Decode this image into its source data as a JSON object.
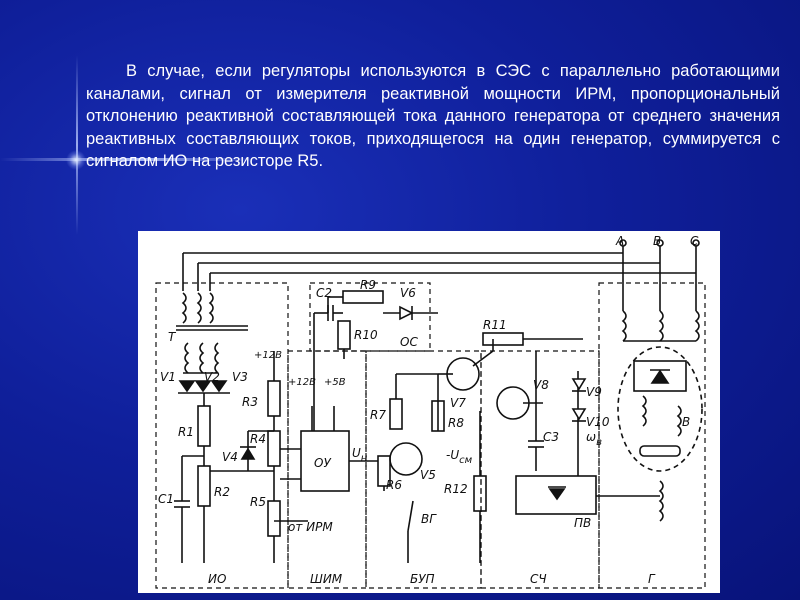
{
  "paragraph": "В случае, если регуляторы используются в СЭС с параллельно работающими каналами, сигнал от измерителя реактивной мощности ИРМ, пропорциональный отклонению реактивной составляющей тока данного генератора от среднего значения реактивных составляющих токов, приходящегося на один генератор, суммируется с сигналом ИО на резисторе R5.",
  "diagram": {
    "phases": [
      "A",
      "B",
      "C"
    ],
    "components": {
      "T": "T",
      "V1": "V1",
      "V2": "V2",
      "V3": "V3",
      "R1": "R1",
      "R2": "R2",
      "R3": "R3",
      "R4": "R4",
      "R5": "R5",
      "V4": "V4",
      "C1": "C1",
      "C2": "C2",
      "R9": "R9",
      "V6": "V6",
      "R10": "R10",
      "R11": "R11",
      "R7": "R7",
      "R8": "R8",
      "V7": "V7",
      "V8": "V8",
      "V5": "V5",
      "R6": "R6",
      "R12": "R12",
      "C3": "C3",
      "V9": "V9",
      "V10": "V10",
      "B": "В",
      "OU": "ОУ",
      "Un": "U",
      "Un_sub": "н",
      "Usm": "-U",
      "Usm_sub": "см",
      "supply1": "+12В",
      "supply2": "+12В",
      "supply3": "+5В",
      "from_IRM": "от ИРМ",
      "VG": "ВГ",
      "PV": "ПВ",
      "omega_v": "ω",
      "omega_sub": "в"
    },
    "blocks": [
      "ИО",
      "ШИМ",
      "БУП",
      "СЧ",
      "Г",
      "ОС"
    ]
  }
}
